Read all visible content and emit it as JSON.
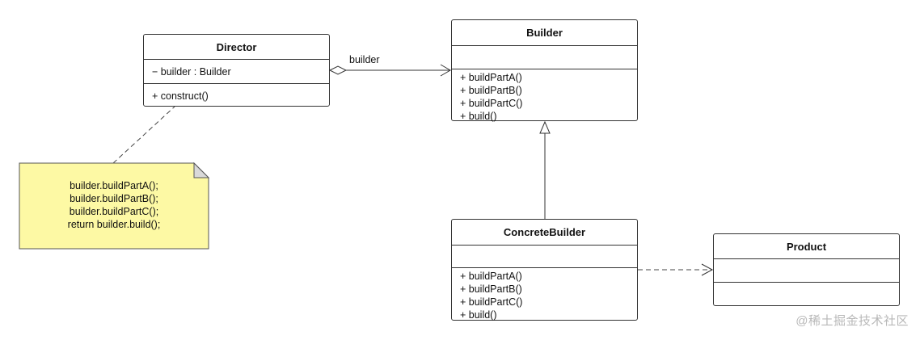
{
  "director": {
    "name": "Director",
    "attributes": [
      "− builder : Builder"
    ],
    "operations": [
      "+ construct()"
    ]
  },
  "builder": {
    "name": "Builder",
    "operations": [
      "+ buildPartA()",
      "+ buildPartB()",
      "+ buildPartC()",
      "+ build()"
    ]
  },
  "concrete_builder": {
    "name": "ConcreteBuilder",
    "operations": [
      "+ buildPartA()",
      "+ buildPartB()",
      "+ buildPartC()",
      "+ build()"
    ]
  },
  "product": {
    "name": "Product"
  },
  "note": {
    "lines": [
      "builder.buildPartA();",
      "builder.buildPartB();",
      "builder.buildPartC();",
      "return builder.build();"
    ],
    "fill_color": "#fdf9a4",
    "fold_color": "#d9d9d9"
  },
  "association": {
    "label": "builder"
  },
  "watermark": "@稀土掘金技术社区"
}
